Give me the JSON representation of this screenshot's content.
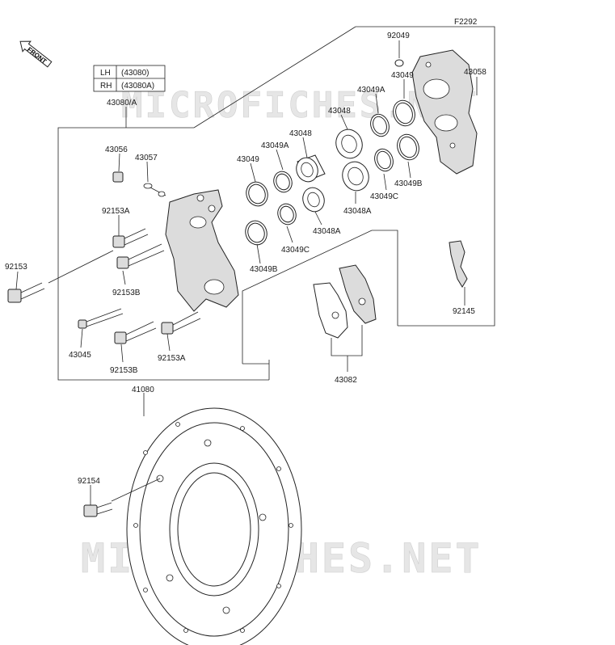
{
  "diagram_code": "F2292",
  "front_badge": "FRONT",
  "watermark": "MICROFICHES.NET",
  "variant_table": [
    {
      "side": "LH",
      "part": "(43080)"
    },
    {
      "side": "RH",
      "part": "(43080A)"
    }
  ],
  "labels": {
    "p43080": "43080/A",
    "p92049": "92049",
    "p43049_top": "43049",
    "p43058": "43058",
    "p43049A_top": "43049A",
    "p43048_top": "43048",
    "p43048_mid": "43048",
    "p43049A_mid": "43049A",
    "p43049_mid": "43049",
    "p43056": "43056",
    "p43057": "43057",
    "p43049B_right": "43049B",
    "p43049C_right": "43049C",
    "p43048A_right": "43048A",
    "p43048A_mid": "43048A",
    "p43049C_mid": "43049C",
    "p43049B_mid": "43049B",
    "p92153A_top": "92153A",
    "p92153_left": "92153",
    "p92153B_top": "92153B",
    "p43045": "43045",
    "p92153B_bot": "92153B",
    "p92153A_bot": "92153A",
    "p92145": "92145",
    "p43082": "43082",
    "p41080": "41080",
    "p92154": "92154"
  }
}
